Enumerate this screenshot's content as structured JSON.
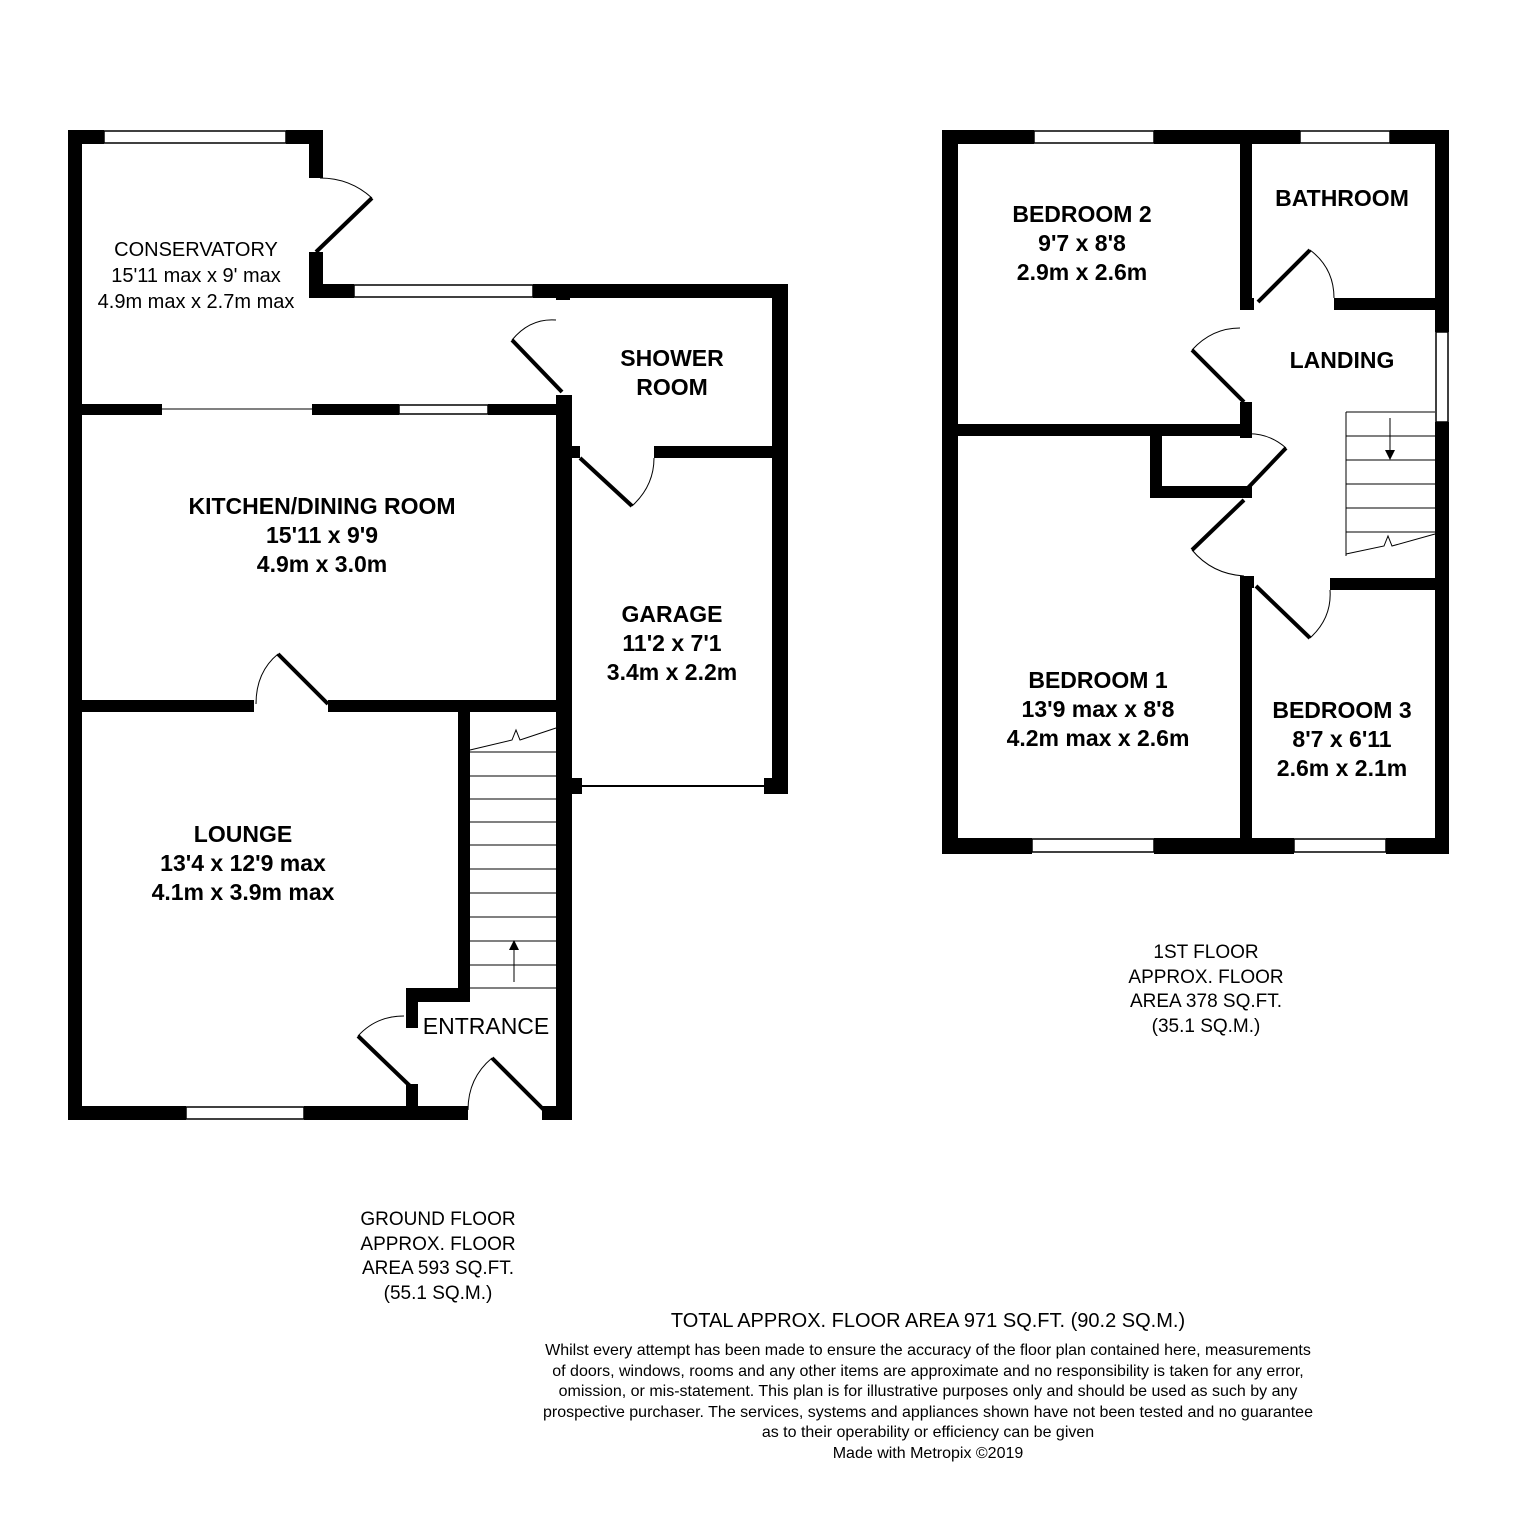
{
  "ground_floor": {
    "rooms": {
      "conservatory": {
        "name": "CONSERVATORY",
        "imperial": "15'11 max x 9' max",
        "metric": "4.9m max x 2.7m max"
      },
      "shower_room": {
        "name_line1": "SHOWER",
        "name_line2": "ROOM"
      },
      "kitchen_dining": {
        "name": "KITCHEN/DINING ROOM",
        "imperial": "15'11 x 9'9",
        "metric": "4.9m x 3.0m"
      },
      "garage": {
        "name": "GARAGE",
        "imperial": "11'2 x 7'1",
        "metric": "3.4m x 2.2m"
      },
      "lounge": {
        "name": "LOUNGE",
        "imperial": "13'4 x 12'9 max",
        "metric": "4.1m x 3.9m max"
      },
      "entrance": {
        "name": "ENTRANCE"
      }
    },
    "area": {
      "line1": "GROUND FLOOR",
      "line2": "APPROX. FLOOR",
      "line3": "AREA 593 SQ.FT.",
      "line4": "(55.1 SQ.M.)"
    }
  },
  "first_floor": {
    "rooms": {
      "bedroom2": {
        "name": "BEDROOM 2",
        "imperial": "9'7 x 8'8",
        "metric": "2.9m x 2.6m"
      },
      "bathroom": {
        "name": "BATHROOM"
      },
      "landing": {
        "name": "LANDING"
      },
      "bedroom1": {
        "name": "BEDROOM 1",
        "imperial": "13'9 max x 8'8",
        "metric": "4.2m max x 2.6m"
      },
      "bedroom3": {
        "name": "BEDROOM 3",
        "imperial": "8'7 x 6'11",
        "metric": "2.6m x 2.1m"
      }
    },
    "area": {
      "line1": "1ST FLOOR",
      "line2": "APPROX. FLOOR",
      "line3": "AREA 378 SQ.FT.",
      "line4": "(35.1 SQ.M.)"
    }
  },
  "total_area": "TOTAL APPROX. FLOOR AREA 971 SQ.FT. (90.2 SQ.M.)",
  "disclaimer": {
    "line1": "Whilst every attempt has been made to ensure the accuracy of the floor plan contained here, measurements",
    "line2": "of doors, windows, rooms and any other items are approximate and no responsibility is taken for any error,",
    "line3": "omission, or mis-statement. This plan is for illustrative purposes only and should be used as such by any",
    "line4": "prospective purchaser. The services, systems and appliances shown have not been tested and no guarantee",
    "line5": "as to their operability or efficiency can be given",
    "line6": "Made with Metropix ©2019"
  }
}
